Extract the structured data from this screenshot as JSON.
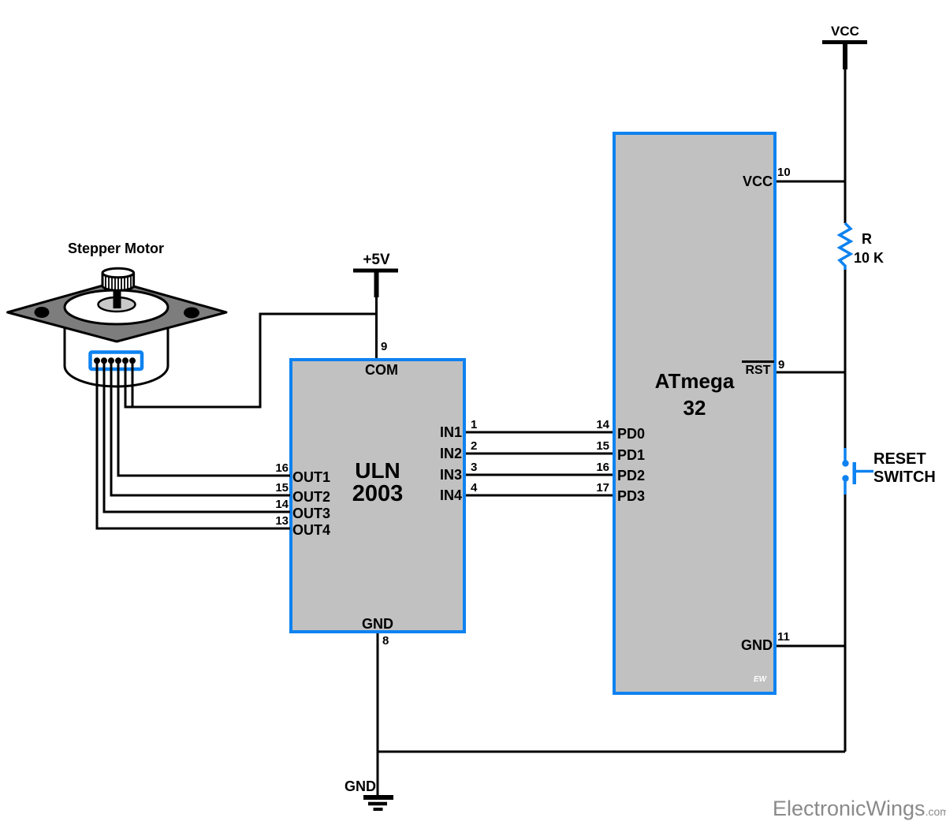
{
  "motor": {
    "title": "Stepper Motor"
  },
  "power": {
    "plus5v": "+5V",
    "vcc_rail": "VCC",
    "gnd_rail": "GND"
  },
  "uln": {
    "name_line1": "ULN",
    "name_line2": "2003",
    "com": {
      "label": "COM",
      "pin": "9"
    },
    "gnd": {
      "label": "GND",
      "pin": "8"
    },
    "outputs": [
      {
        "label": "OUT1",
        "pin": "16"
      },
      {
        "label": "OUT2",
        "pin": "15"
      },
      {
        "label": "OUT3",
        "pin": "14"
      },
      {
        "label": "OUT4",
        "pin": "13"
      }
    ],
    "inputs": [
      {
        "label": "IN1",
        "pin": "1",
        "mcu_pin": "14"
      },
      {
        "label": "IN2",
        "pin": "2",
        "mcu_pin": "15"
      },
      {
        "label": "IN3",
        "pin": "3",
        "mcu_pin": "16"
      },
      {
        "label": "IN4",
        "pin": "4",
        "mcu_pin": "17"
      }
    ]
  },
  "mcu": {
    "name_line1": "ATmega",
    "name_line2": "32",
    "vcc": {
      "label": "VCC",
      "pin": "10"
    },
    "rst": {
      "label": "RST",
      "pin": "9"
    },
    "gnd": {
      "label": "GND",
      "pin": "11"
    },
    "port_pins": [
      {
        "label": "PD0"
      },
      {
        "label": "PD1"
      },
      {
        "label": "PD2"
      },
      {
        "label": "PD3"
      }
    ]
  },
  "resistor": {
    "name": "R",
    "value": "10 K"
  },
  "reset_switch": {
    "line1": "RESET",
    "line2": "SWITCH"
  },
  "watermark": {
    "brand": "ElectronicWings",
    "suffix": ".com",
    "badge": "EW"
  },
  "colors": {
    "accent_blue": "#0E82F0",
    "chip_fill": "#C1C1C1",
    "wire_black": "#000000",
    "plate_gray": "#7D7D7D",
    "watermark_gray": "#8A8A8A"
  }
}
